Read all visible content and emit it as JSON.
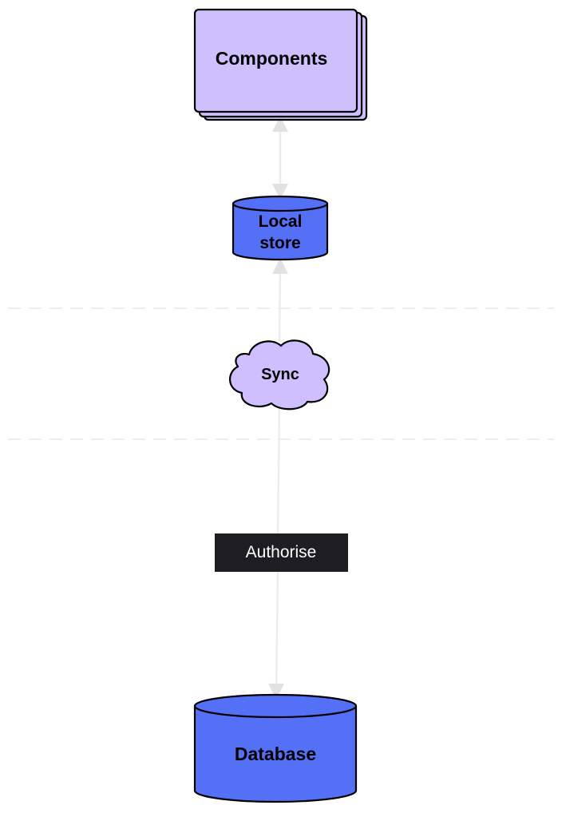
{
  "diagram": {
    "nodes": {
      "components": {
        "label": "Components"
      },
      "local_store": {
        "label_line1": "Local",
        "label_line2": "store"
      },
      "sync": {
        "label": "Sync"
      },
      "authorise": {
        "label": "Authorise"
      },
      "database": {
        "label": "Database"
      }
    }
  },
  "colors": {
    "lavender": "#d0bfff",
    "blue": "#5470f7",
    "stroke": "#000000",
    "label_bg": "#1e1e22",
    "connector": "#ececec",
    "divider": "#eeeeee"
  }
}
